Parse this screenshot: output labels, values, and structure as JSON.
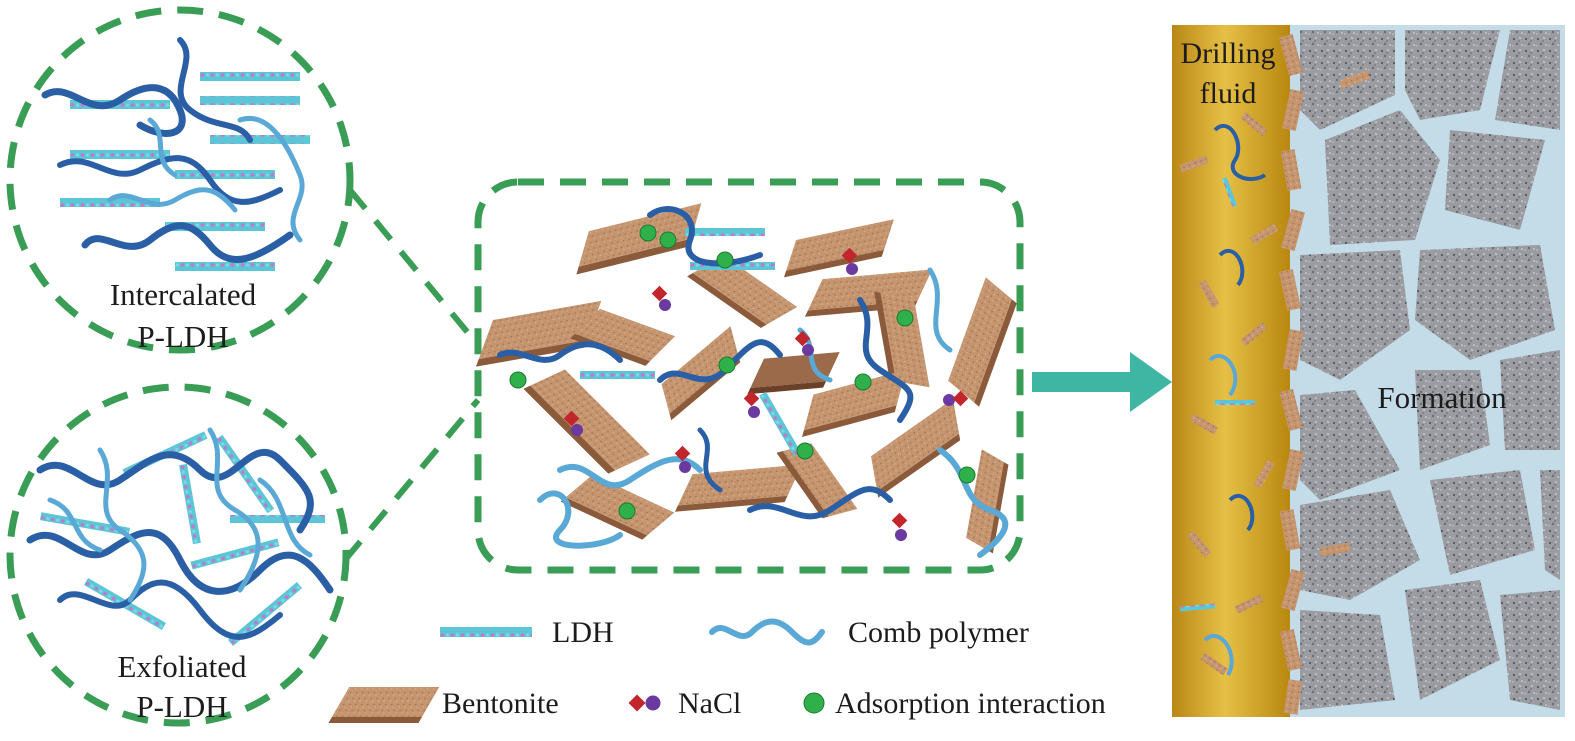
{
  "labels": {
    "intercalated": [
      "Intercalated",
      "P-LDH"
    ],
    "exfoliated": [
      "Exfoliated",
      "P-LDH"
    ],
    "drilling_fluid": [
      "Drilling",
      "fluid"
    ],
    "formation": "Formation"
  },
  "legend": {
    "ldh": "LDH",
    "comb_polymer": "Comb polymer",
    "bentonite": "Bentonite",
    "nacl": "NaCl",
    "adsorption": "Adsorption interaction"
  },
  "colors": {
    "dash_green": "#3a9d55",
    "polymer_dark": "#2a5fa5",
    "polymer_light": "#5aa8d6",
    "ldh_cyan": "#5cc6d6",
    "ldh_pink": "#c774c9",
    "bentonite_top": "#c99a76",
    "bentonite_side": "#8a5a3a",
    "nacl_red": "#c0262c",
    "nacl_purple": "#6a3aa0",
    "adsorption_green": "#2fb04a",
    "arrow_teal": "#3fb5a3",
    "fluid_gold": "#d8a92c",
    "formation_grey": "#8d8f94",
    "crack_blue": "#c4dbe8"
  }
}
